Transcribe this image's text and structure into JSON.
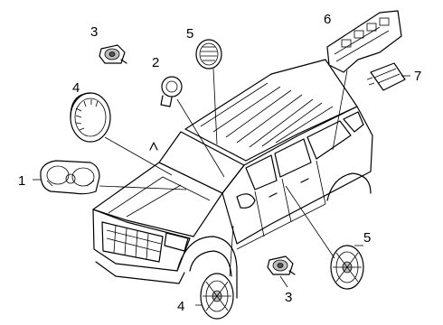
{
  "callouts": [
    {
      "id": "c1",
      "label": "1"
    },
    {
      "id": "c2",
      "label": "2"
    },
    {
      "id": "c3a",
      "label": "3"
    },
    {
      "id": "c3b",
      "label": "3"
    },
    {
      "id": "c4a",
      "label": "4"
    },
    {
      "id": "c4b",
      "label": "4"
    },
    {
      "id": "c5a",
      "label": "5"
    },
    {
      "id": "c5b",
      "label": "5"
    },
    {
      "id": "c6",
      "label": "6"
    },
    {
      "id": "c7",
      "label": "7"
    }
  ]
}
